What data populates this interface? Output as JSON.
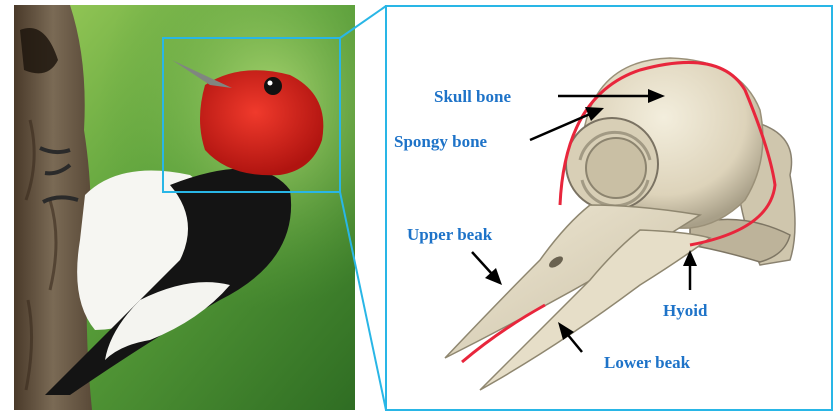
{
  "colors": {
    "label": "#1e73c8",
    "callout_frame": "#29b6e6",
    "outline": "#e8263c",
    "arrow": "#000000",
    "bone": "#e8e0cc",
    "crest": "#d81e14",
    "foliage": "#5aa03a"
  },
  "icons": {
    "left_panel": "woodpecker-photo",
    "right_panel": "skull-ct-render"
  },
  "labels": {
    "skull_bone": "Skull bone",
    "spongy_bone": "Spongy bone",
    "upper_beak": "Upper beak",
    "hyoid": "Hyoid",
    "lower_beak": "Lower beak"
  }
}
